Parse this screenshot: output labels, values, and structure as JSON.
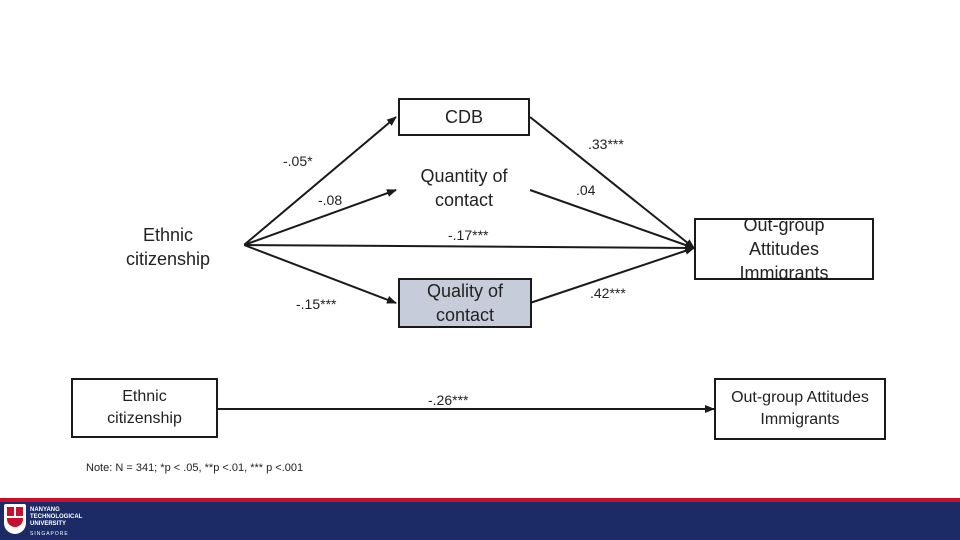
{
  "boxes": {
    "cdb": "CDB",
    "quantity": [
      "Quantity of",
      "contact"
    ],
    "quality": [
      "Quality of",
      "contact"
    ],
    "ethnic_top": [
      "Ethnic",
      "citizenship"
    ],
    "outgroup_top": [
      "Out-group",
      "Attitudes",
      "Immigrants"
    ],
    "ethnic_bottom": [
      "Ethnic",
      "citizenship"
    ],
    "outgroup_bottom": [
      "Out-group Attitudes",
      "Immigrants"
    ]
  },
  "paths": {
    "ethnic_to_cdb": "-.05*",
    "ethnic_to_quantity": "-.08",
    "ethnic_to_quality": "-.15***",
    "ethnic_to_outgroup_direct": "-.17***",
    "cdb_to_outgroup": ".33***",
    "quantity_to_outgroup": ".04",
    "quality_to_outgroup": ".42***",
    "total_effect": "-.26***"
  },
  "note": "Note: N = 341; *p < .05, **p <.01, *** p <.001",
  "logo": {
    "lines": [
      "NANYANG",
      "TECHNOLOGICAL",
      "UNIVERSITY"
    ],
    "sub": "SINGAPORE"
  },
  "colors": {
    "quality_box_fill": "#c6ccd9",
    "footer_bar": "#1c2a66",
    "footer_stripe": "#c8102e"
  }
}
